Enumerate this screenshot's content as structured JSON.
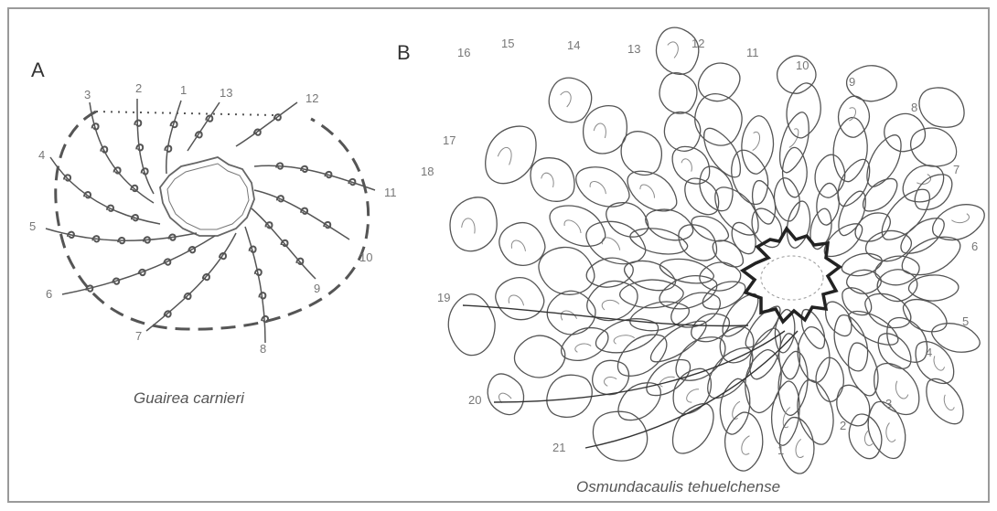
{
  "panel_a": {
    "letter": "A",
    "caption": "Guairea carnieri",
    "labels": [
      "1",
      "2",
      "3",
      "4",
      "5",
      "6",
      "7",
      "8",
      "9",
      "10",
      "11",
      "12",
      "13"
    ]
  },
  "panel_b": {
    "letter": "B",
    "caption": "Osmundacaulis tehuelchense",
    "labels": [
      "1",
      "2",
      "3",
      "4",
      "5",
      "6",
      "7",
      "8",
      "9",
      "10",
      "11",
      "12",
      "13",
      "14",
      "15",
      "16",
      "17",
      "18",
      "19",
      "20",
      "21"
    ]
  },
  "colors": {
    "frame": "#9a9a9a",
    "ink": "#555555",
    "trace": "#8a8a8a",
    "stele": "#222222"
  },
  "icons": {
    "leaf_trace": "leaf-trace-icon",
    "stele": "stele-icon"
  }
}
